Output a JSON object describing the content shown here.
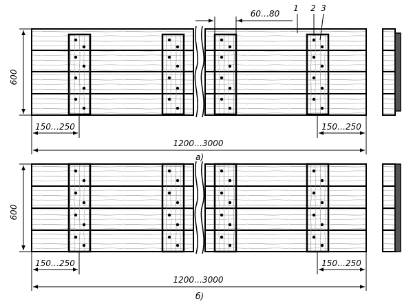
{
  "panel_a": {
    "caption": "а)",
    "height_dim": "600",
    "overall_dim": "1200…3000",
    "left_offset_dim": "150…250",
    "right_offset_dim": "150…250",
    "gap_dim": "60…80",
    "callouts": [
      "1",
      "2",
      "3"
    ]
  },
  "panel_b": {
    "caption": "б)",
    "height_dim": "600",
    "overall_dim": "1200…3000",
    "left_offset_dim": "150…250",
    "right_offset_dim": "150…250"
  }
}
